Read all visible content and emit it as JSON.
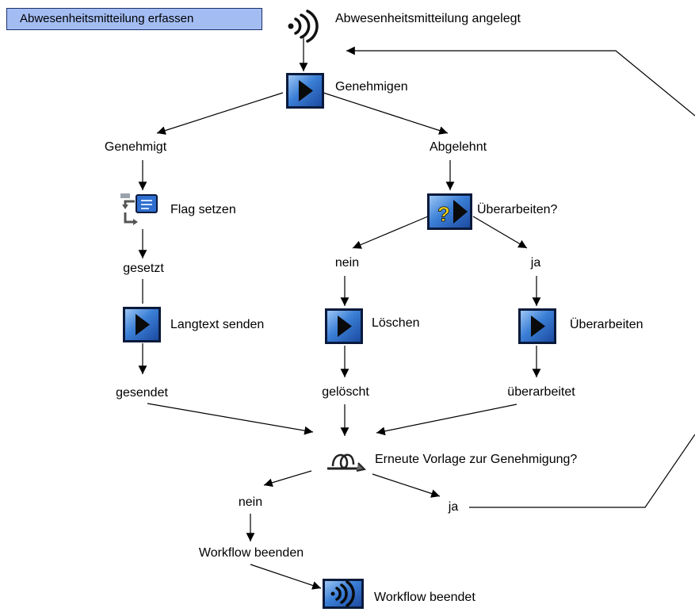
{
  "title_box": "Abwesenheitsmitteilung erfassen",
  "colors": {
    "title_fill": "#a3bdf3",
    "step_fill": "#3b7fd6",
    "step_border": "#0a1a3c",
    "decision_fill": "#f2d21a"
  },
  "nodes": {
    "start_event": {
      "label": "Abwesenheitsmitteilung angelegt",
      "icon": "event-start-icon"
    },
    "approve": {
      "label": "Genehmigen",
      "icon": "activity-step-icon"
    },
    "approved": {
      "label": "Genehmigt"
    },
    "rejected": {
      "label": "Abgelehnt"
    },
    "set_flag": {
      "label": "Flag setzen",
      "icon": "container-operation-icon"
    },
    "flag_set": {
      "label": "gesetzt"
    },
    "send_text": {
      "label": "Langtext senden",
      "icon": "activity-step-icon"
    },
    "sent": {
      "label": "gesendet"
    },
    "rework_question": {
      "label": "Überarbeiten?",
      "icon": "user-decision-icon"
    },
    "no_rework": {
      "label": "nein"
    },
    "yes_rework": {
      "label": "ja"
    },
    "delete": {
      "label": "Löschen",
      "icon": "activity-step-icon"
    },
    "deleted": {
      "label": "gelöscht"
    },
    "rework": {
      "label": "Überarbeiten",
      "icon": "activity-step-icon"
    },
    "reworked": {
      "label": "überarbeitet"
    },
    "loop_question": {
      "label": "Erneute Vorlage zur Genehmigung?",
      "icon": "loop-icon"
    },
    "loop_no": {
      "label": "nein"
    },
    "loop_yes": {
      "label": "ja"
    },
    "end_workflow": {
      "label": "Workflow beenden"
    },
    "end_event": {
      "label": "Workflow beendet",
      "icon": "event-end-icon"
    }
  }
}
